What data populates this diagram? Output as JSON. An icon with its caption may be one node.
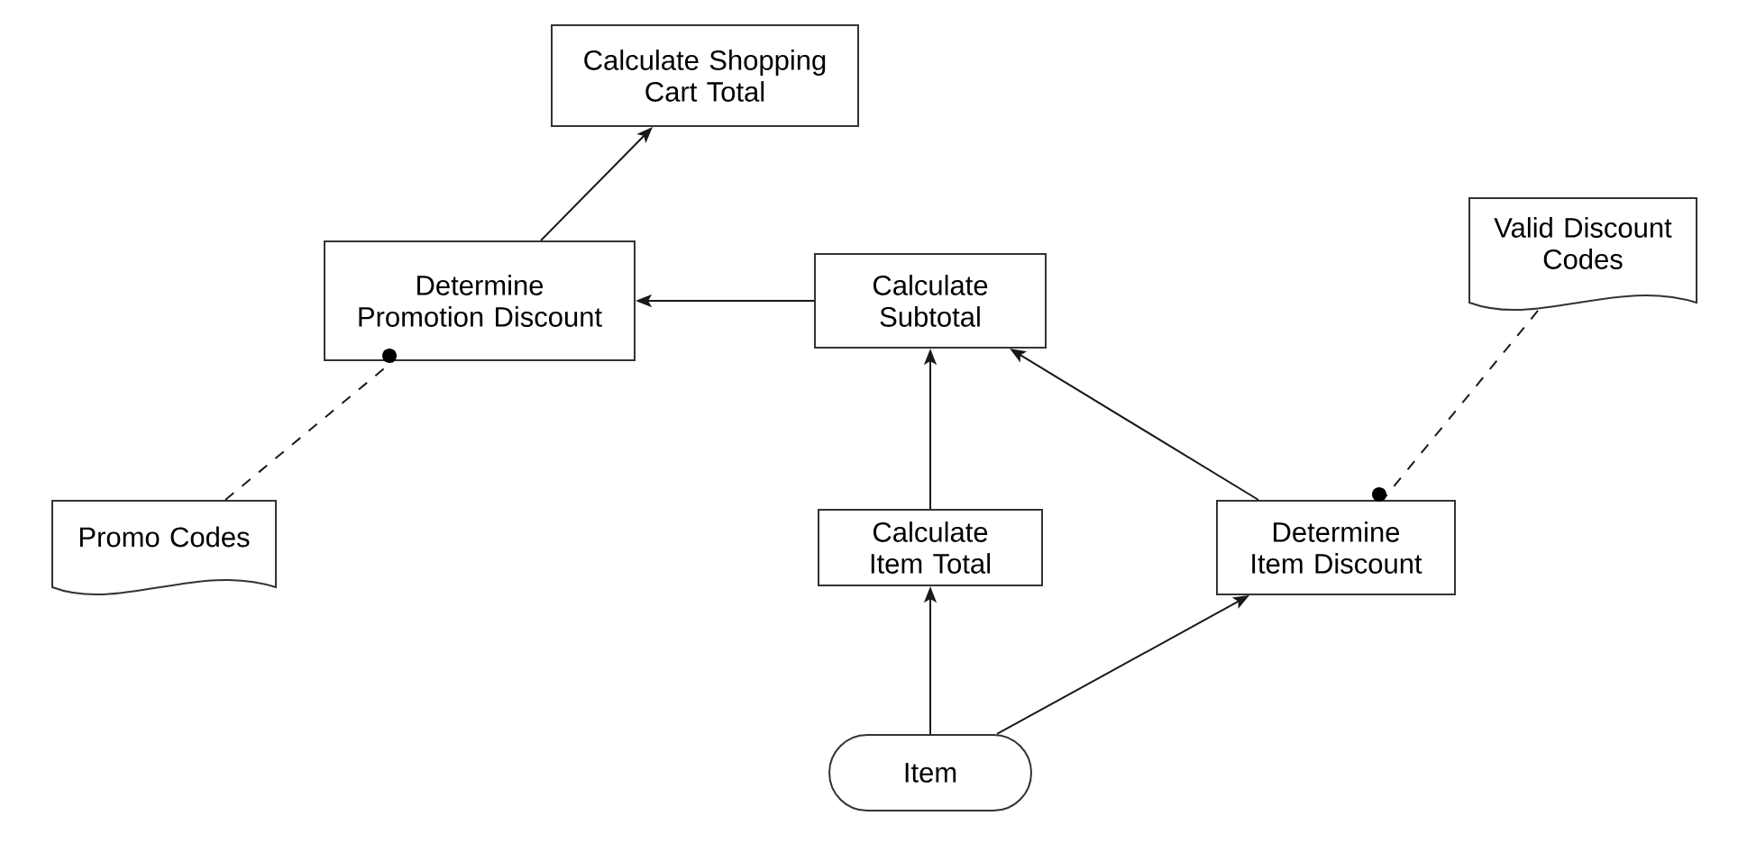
{
  "diagram": {
    "nodes": [
      {
        "text": [
          "Calculate Shopping Cart Total"
        ]
      },
      {
        "text": [
          "Determine Promotion Discount"
        ]
      },
      {
        "text": [
          "Calculate Subtotal"
        ]
      },
      {
        "text": [
          "Calculate Item Total"
        ]
      },
      {
        "text": [
          "Determine Item Discount"
        ]
      },
      {
        "text": [
          "Item"
        ]
      },
      {
        "text": [
          "Valid Discount Codes"
        ]
      },
      {
        "text": [
          "Promo Codes"
        ]
      }
    ],
    "edges": [
      {
        "from": 1,
        "to": 0,
        "arrow": "to"
      },
      {
        "from": 2,
        "to": 1,
        "arrow": "to"
      },
      {
        "from": 3,
        "to": 2,
        "arrow": "to"
      },
      {
        "from": 4,
        "to": 2,
        "arrow": "to"
      },
      {
        "from": 5,
        "to": 3,
        "arrow": "to"
      },
      {
        "from": 5,
        "to": 4,
        "arrow": "to"
      },
      {
        "from": 6,
        "to": 4,
        "arrow": "other",
        "style": "dashed"
      },
      {
        "from": 7,
        "to": 1,
        "arrow": "other",
        "style": "dashed"
      }
    ]
  }
}
